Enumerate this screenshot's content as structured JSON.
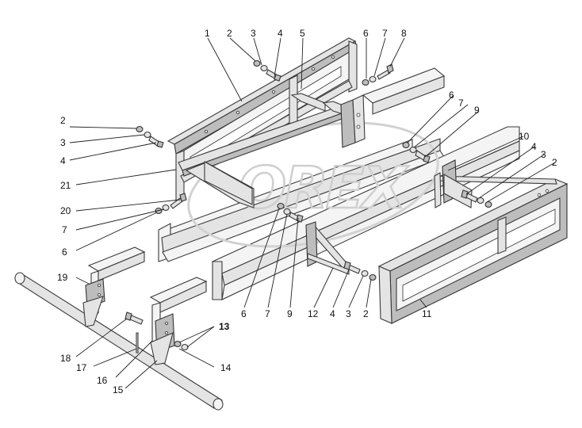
{
  "watermark": {
    "text": "OREX"
  },
  "callouts": [
    {
      "id": "c1",
      "text": "1"
    },
    {
      "id": "c2a",
      "text": "2"
    },
    {
      "id": "c3a",
      "text": "3"
    },
    {
      "id": "c4a",
      "text": "4"
    },
    {
      "id": "c5",
      "text": "5"
    },
    {
      "id": "c6a",
      "text": "6"
    },
    {
      "id": "c7a",
      "text": "7"
    },
    {
      "id": "c8",
      "text": "8"
    },
    {
      "id": "c2b",
      "text": "2"
    },
    {
      "id": "c3b",
      "text": "3"
    },
    {
      "id": "c4b",
      "text": "4"
    },
    {
      "id": "c6b",
      "text": "6"
    },
    {
      "id": "c7b",
      "text": "7"
    },
    {
      "id": "c9a",
      "text": "9"
    },
    {
      "id": "c10",
      "text": "10"
    },
    {
      "id": "c4c",
      "text": "4"
    },
    {
      "id": "c3c",
      "text": "3"
    },
    {
      "id": "c2c",
      "text": "2"
    },
    {
      "id": "c21",
      "text": "21"
    },
    {
      "id": "c20",
      "text": "20"
    },
    {
      "id": "c7c",
      "text": "7"
    },
    {
      "id": "c6c",
      "text": "6"
    },
    {
      "id": "c19",
      "text": "19"
    },
    {
      "id": "c6d",
      "text": "6"
    },
    {
      "id": "c7d",
      "text": "7"
    },
    {
      "id": "c9b",
      "text": "9"
    },
    {
      "id": "c12",
      "text": "12"
    },
    {
      "id": "c4d",
      "text": "4"
    },
    {
      "id": "c3d",
      "text": "3"
    },
    {
      "id": "c2d",
      "text": "2"
    },
    {
      "id": "c11",
      "text": "11"
    },
    {
      "id": "c13",
      "text": "13"
    },
    {
      "id": "c14",
      "text": "14"
    },
    {
      "id": "c15",
      "text": "15"
    },
    {
      "id": "c16",
      "text": "16"
    },
    {
      "id": "c17",
      "text": "17"
    },
    {
      "id": "c18",
      "text": "18"
    }
  ]
}
